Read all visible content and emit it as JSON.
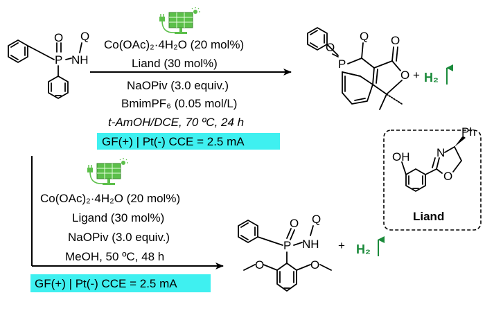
{
  "reaction_top": {
    "conditions": [
      "Co(OAc)₂·4H₂O (20 mol%)",
      "Liand (30 mol%)",
      "NaOPiv (3.0 equiv.)",
      "BmimPF₆ (0.05 mol/L)",
      "t-AmOH/DCE, 70 ºC, 24 h"
    ],
    "electrolysis": "GF(+) | Pt(-) CCE = 2.5 mA",
    "plus": "+",
    "byproduct": "H₂"
  },
  "reaction_bottom": {
    "conditions": [
      "Co(OAc)₂·4H₂O (20 mol%)",
      "Ligand (30 mol%)",
      "NaOPiv (3.0 equiv.)",
      "MeOH, 50 ºC, 48 h"
    ],
    "electrolysis": "GF(+) | Pt(-) CCE = 2.5 mA",
    "plus": "+",
    "byproduct": "H₂"
  },
  "ligand_box": {
    "label": "Liand",
    "substituent": "Ph"
  },
  "atoms": {
    "P": "P",
    "O": "O",
    "NH": "NH",
    "Q": "Q",
    "OH": "OH",
    "N": "N"
  },
  "colors": {
    "highlight": "#3ff0f0",
    "h2_green": "#1a8a3a",
    "solar_green": "#5cbf4a"
  },
  "icons": [
    "solar-panel-icon",
    "plug-icon",
    "sun-icon",
    "up-arrow-icon"
  ]
}
